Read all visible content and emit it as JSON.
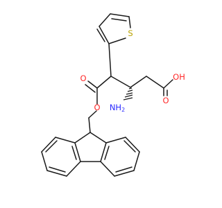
{
  "diagram": {
    "type": "skeletal-structure",
    "atoms": [
      {
        "id": "S",
        "label": "S",
        "color": "#b8a200"
      },
      {
        "id": "O_ester_carbonyl",
        "label": "O",
        "color": "#ff2a2a"
      },
      {
        "id": "O_ester",
        "label": "O",
        "color": "#ff2a2a"
      },
      {
        "id": "OH",
        "label": "OH",
        "color": "#ff2a2a"
      },
      {
        "id": "O_acid_carbonyl",
        "label": "O",
        "color": "#ff2a2a"
      },
      {
        "id": "NH2",
        "label": "NH",
        "sub": "2",
        "color": "#2a2aff"
      }
    ]
  }
}
